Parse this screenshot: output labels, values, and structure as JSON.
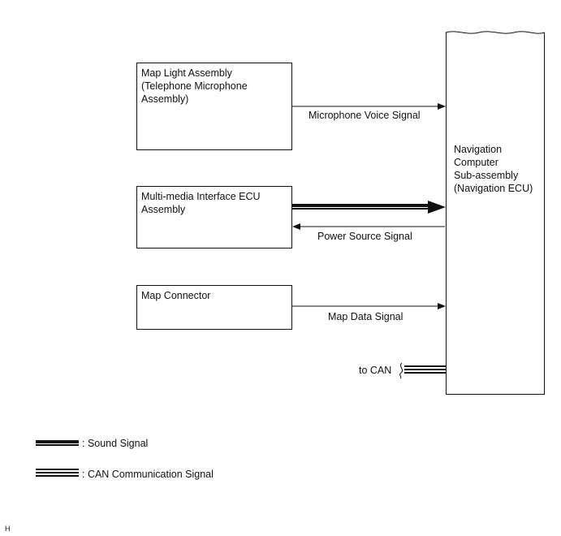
{
  "components": {
    "map_light": {
      "label": "Map Light Assembly\n(Telephone Microphone\nAssembly)"
    },
    "mmi_ecu": {
      "label": "Multi-media Interface ECU\nAssembly"
    },
    "map_connector": {
      "label": "Map Connector"
    },
    "nav_ecu": {
      "label": "Navigation\nComputer\nSub-assembly\n(Navigation ECU)"
    }
  },
  "signals": {
    "microphone": "Microphone Voice Signal",
    "power": "Power Source Signal",
    "map_data": "Map Data Signal",
    "to_can": "to CAN"
  },
  "legend": {
    "sound": ": Sound Signal",
    "can": ": CAN Communication Signal"
  },
  "reference_code": "H"
}
